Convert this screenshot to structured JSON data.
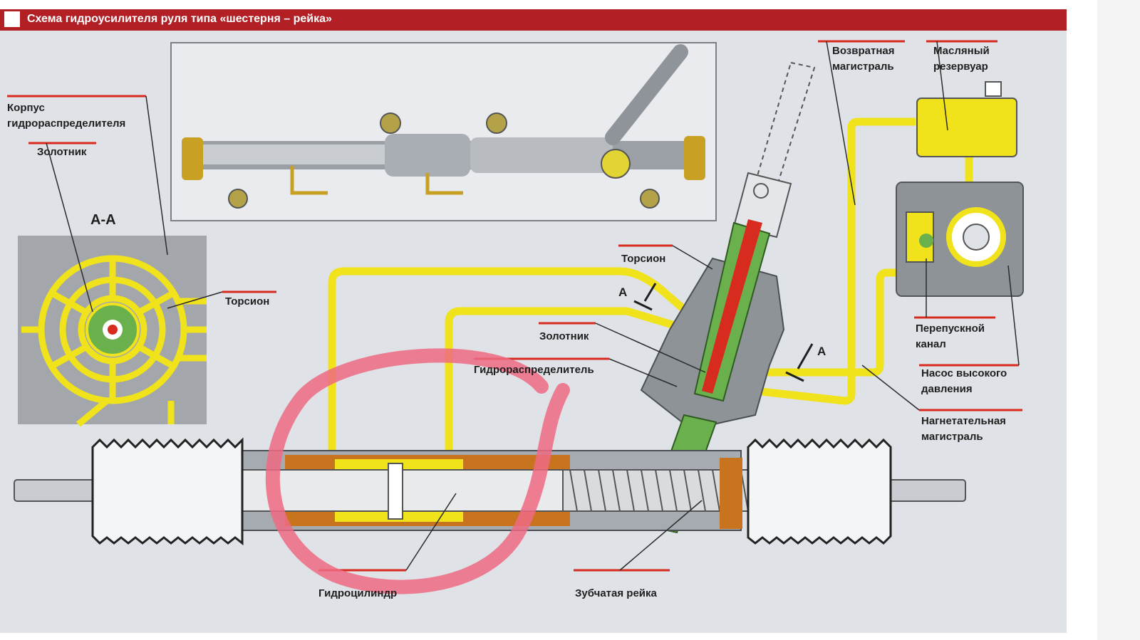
{
  "header": {
    "title": "Схема гидроусилителя руля типа «шестерня – рейка»"
  },
  "section_mark": "А-А",
  "arrow_mark": "А",
  "labels": {
    "housing": [
      "Корпус",
      "гидрораспределителя"
    ],
    "spool_left": "Золотник",
    "torsion_left": "Торсион",
    "torsion_right": "Торсион",
    "spool_center": "Золотник",
    "distributor": "Гидрораспределитель",
    "return_line": [
      "Возвратная",
      "магистраль"
    ],
    "reservoir": [
      "Масляный",
      "резервуар"
    ],
    "bypass": [
      "Перепускной",
      "канал"
    ],
    "pump": [
      "Насос высокого",
      "давления"
    ],
    "pressure_line": [
      "Нагнетательная",
      "магистраль"
    ],
    "cylinder": "Гидроцилиндр",
    "rack": "Зубчатая рейка"
  },
  "colors": {
    "header": "#b21f24",
    "background": "#dfe2e6",
    "fluid": "#f0e21b",
    "steel": "#c9ccd0",
    "green": "#6ab04c",
    "red": "#d82b1f",
    "orange": "#c8731e",
    "highlight": "#ef6a82"
  }
}
